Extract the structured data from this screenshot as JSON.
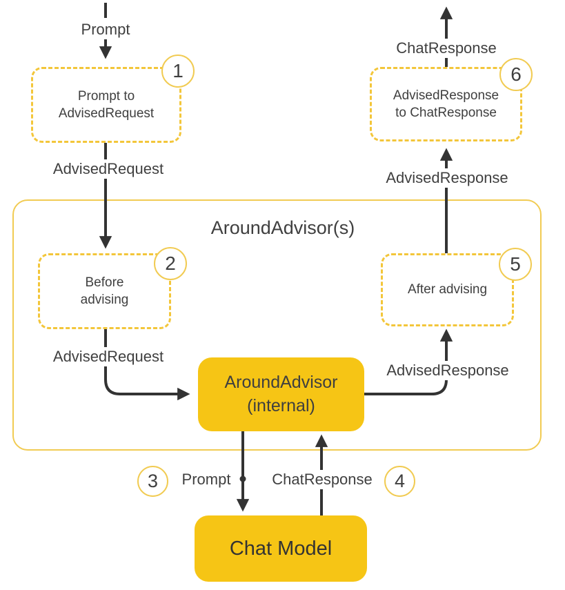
{
  "colors": {
    "node-fill": "#F6C515",
    "dash-border": "#F3C63A",
    "outline-border": "#F1CB52",
    "arrow": "#333333",
    "text": "#3F3F3F",
    "bg": "#FFFFFF"
  },
  "diagram": {
    "container_title": "AroundAdvisor(s)",
    "steps": {
      "step1": {
        "badge": "1",
        "line1": "Prompt to",
        "line2": "AdvisedRequest"
      },
      "step2": {
        "badge": "2",
        "line1": "Before",
        "line2": "advising"
      },
      "step3": {
        "badge": "3"
      },
      "step4": {
        "badge": "4"
      },
      "step5": {
        "badge": "5",
        "label": "After advising"
      },
      "step6": {
        "badge": "6",
        "line1": "AdvisedResponse",
        "line2": "to ChatResponse"
      }
    },
    "nodes": {
      "around_advisor_internal": {
        "line1": "AroundAdvisor",
        "line2": "(internal)"
      },
      "chat_model": {
        "label": "Chat Model"
      }
    },
    "edge_labels": {
      "prompt_in": "Prompt",
      "advised_request_outer": "AdvisedRequest",
      "advised_request_inner": "AdvisedRequest",
      "advised_response_inner": "AdvisedResponse",
      "advised_response_outer": "AdvisedResponse",
      "chat_response_out": "ChatResponse",
      "prompt_to_model": "Prompt",
      "chat_response_from_model": "ChatResponse"
    }
  }
}
